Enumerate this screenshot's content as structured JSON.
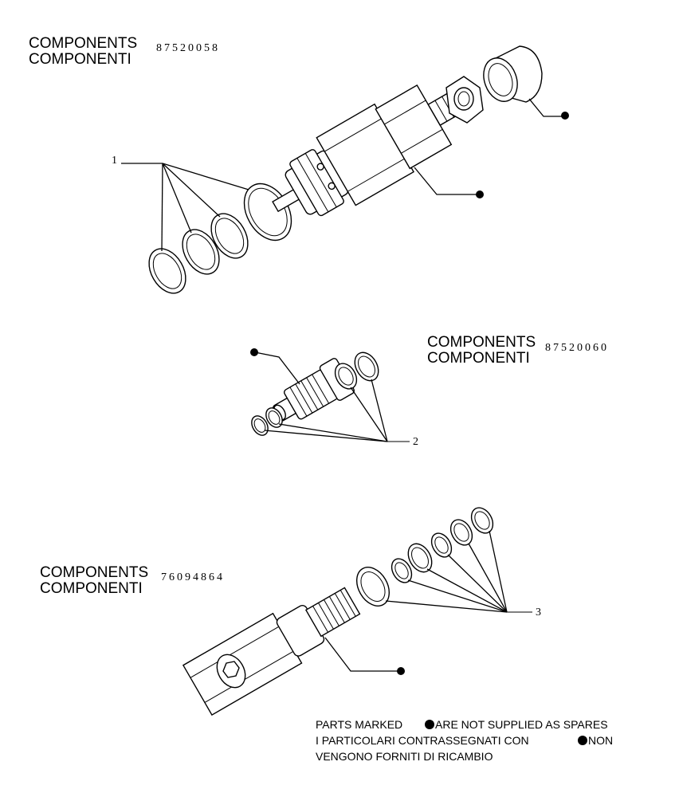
{
  "groups": [
    {
      "title_en": "COMPONENTS",
      "title_it": "COMPONENTI",
      "code": "87520058",
      "callout": "1"
    },
    {
      "title_en": "COMPONENTS",
      "title_it": "COMPONENTI",
      "code": "87520060",
      "callout": "2"
    },
    {
      "title_en": "COMPONENTS",
      "title_it": "COMPONENTI",
      "code": "76094864",
      "callout": "3"
    }
  ],
  "note": {
    "line1_a": "PARTS MARKED ",
    "line1_b": "ARE NOT SUPPLIED AS SPARES",
    "line2_a": "I PARTICOLARI  CONTRASSEGNATI  CON ",
    "line2_b": " NON",
    "line3": "VENGONO FORNITI DI RICAMBIO"
  }
}
